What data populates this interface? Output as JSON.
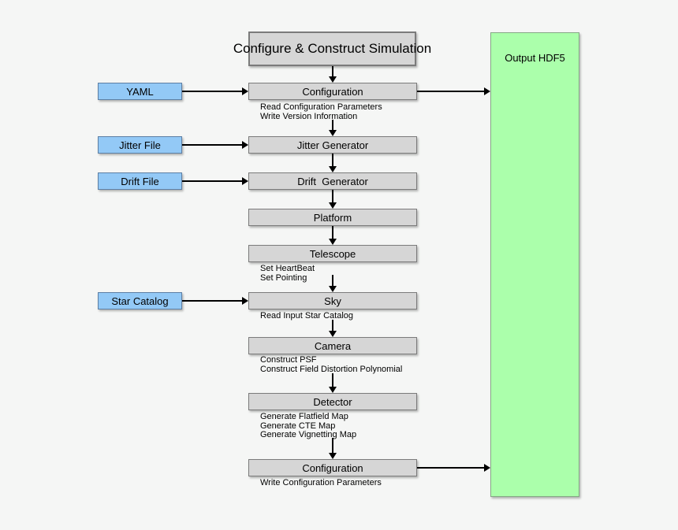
{
  "diagram": {
    "title": "Configure & Construct Simulation",
    "output": {
      "label": "Output HDF5"
    },
    "inputs": [
      {
        "label": "YAML"
      },
      {
        "label": "Jitter File"
      },
      {
        "label": "Drift File"
      },
      {
        "label": "Star Catalog"
      }
    ],
    "stages": [
      {
        "label": "Configuration",
        "notes": [
          "Read Configuration Parameters",
          "Write Version Information"
        ]
      },
      {
        "label": "Jitter Generator",
        "notes": []
      },
      {
        "label": "Drift  Generator",
        "notes": []
      },
      {
        "label": "Platform",
        "notes": []
      },
      {
        "label": "Telescope",
        "notes": [
          "Set HeartBeat",
          "Set Pointing"
        ]
      },
      {
        "label": "Sky",
        "notes": [
          "Read Input Star Catalog"
        ]
      },
      {
        "label": "Camera",
        "notes": [
          "Construct PSF",
          "Construct Field Distortion Polynomial"
        ]
      },
      {
        "label": "Detector",
        "notes": [
          "Generate Flatfield Map",
          "Generate CTE Map",
          "Generate Vignetting Map"
        ]
      },
      {
        "label": "Configuration",
        "notes": [
          "Write Configuration Parameters"
        ]
      }
    ],
    "colors": {
      "background": "#f5f6f5",
      "stage_fill": "#d6d6d6",
      "stage_border": "#7b7b7b",
      "input_fill": "#93c9f6",
      "input_border": "#5d7fa4",
      "output_fill": "#abffab",
      "output_border": "#85a885",
      "arrow": "#000000"
    }
  }
}
